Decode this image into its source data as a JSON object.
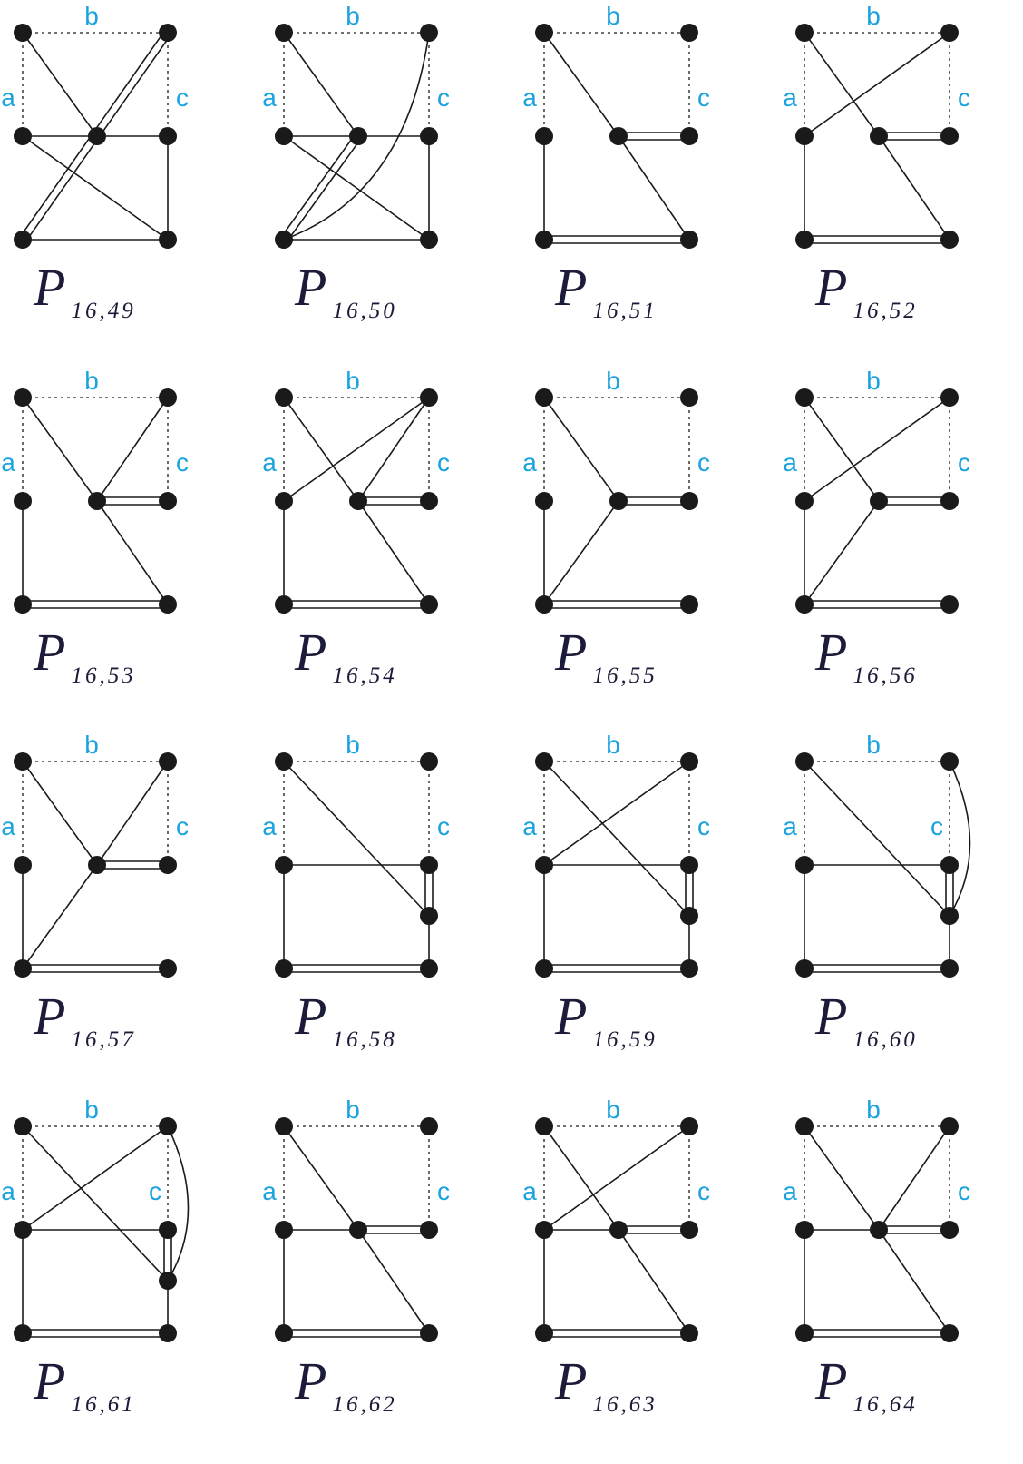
{
  "colors": {
    "label": "#1aa3de",
    "ink": "#1a1a1a",
    "caption": "#1c1c3a"
  },
  "edge_labels": {
    "a": "a",
    "b": "b",
    "c": "c"
  },
  "panels": [
    {
      "name": "P",
      "sub": "16,49",
      "edges": [
        [
          "TL",
          "MM",
          "s"
        ],
        [
          "TR",
          "BL",
          "d"
        ],
        [
          "ML",
          "MM",
          "s"
        ],
        [
          "MM",
          "MR",
          "s"
        ],
        [
          "ML",
          "BR",
          "s"
        ],
        [
          "BL",
          "BR",
          "s"
        ],
        [
          "MR",
          "BR",
          "s"
        ]
      ]
    },
    {
      "name": "P",
      "sub": "16,50",
      "edges": [
        [
          "TL",
          "MM",
          "s"
        ],
        [
          "ML",
          "MM",
          "s"
        ],
        [
          "MM",
          "MR",
          "s"
        ],
        [
          "MM",
          "BL",
          "d"
        ],
        [
          "ML",
          "BR",
          "s"
        ],
        [
          "BL",
          "BR",
          "s"
        ],
        [
          "MR",
          "BR",
          "s"
        ],
        [
          "TR",
          "BL",
          "curve"
        ]
      ]
    },
    {
      "name": "P",
      "sub": "16,51",
      "edges": [
        [
          "TL",
          "MM",
          "s"
        ],
        [
          "MM",
          "MR",
          "d"
        ],
        [
          "MM",
          "BR",
          "s"
        ],
        [
          "ML",
          "BL",
          "s"
        ],
        [
          "BL",
          "BR",
          "d"
        ]
      ]
    },
    {
      "name": "P",
      "sub": "16,52",
      "edges": [
        [
          "TL",
          "MM",
          "s"
        ],
        [
          "TR",
          "ML",
          "s"
        ],
        [
          "MM",
          "MR",
          "d"
        ],
        [
          "MM",
          "BR",
          "s"
        ],
        [
          "ML",
          "BL",
          "s"
        ],
        [
          "BL",
          "BR",
          "d"
        ]
      ]
    },
    {
      "name": "P",
      "sub": "16,53",
      "edges": [
        [
          "TL",
          "MM",
          "s"
        ],
        [
          "TR",
          "MM",
          "s"
        ],
        [
          "MM",
          "MR",
          "d"
        ],
        [
          "MM",
          "BR",
          "s"
        ],
        [
          "ML",
          "BL",
          "s"
        ],
        [
          "BL",
          "BR",
          "d"
        ]
      ]
    },
    {
      "name": "P",
      "sub": "16,54",
      "edges": [
        [
          "TL",
          "MM",
          "s"
        ],
        [
          "TR",
          "ML",
          "s"
        ],
        [
          "TR",
          "MM",
          "s"
        ],
        [
          "MM",
          "MR",
          "d"
        ],
        [
          "MM",
          "BR",
          "s"
        ],
        [
          "ML",
          "BL",
          "s"
        ],
        [
          "BL",
          "BR",
          "d"
        ]
      ]
    },
    {
      "name": "P",
      "sub": "16,55",
      "edges": [
        [
          "TL",
          "MM",
          "s"
        ],
        [
          "MM",
          "MR",
          "d"
        ],
        [
          "MM",
          "BL",
          "s"
        ],
        [
          "ML",
          "BL",
          "s"
        ],
        [
          "BL",
          "BR",
          "d"
        ]
      ]
    },
    {
      "name": "P",
      "sub": "16,56",
      "edges": [
        [
          "TL",
          "MM",
          "s"
        ],
        [
          "TR",
          "ML",
          "s"
        ],
        [
          "MM",
          "MR",
          "d"
        ],
        [
          "MM",
          "BL",
          "s"
        ],
        [
          "ML",
          "BL",
          "s"
        ],
        [
          "BL",
          "BR",
          "d"
        ]
      ]
    },
    {
      "name": "P",
      "sub": "16,57",
      "edges": [
        [
          "TL",
          "MM",
          "s"
        ],
        [
          "TR",
          "MM",
          "s"
        ],
        [
          "MM",
          "MR",
          "d"
        ],
        [
          "MM",
          "BL",
          "s"
        ],
        [
          "ML",
          "BL",
          "s"
        ],
        [
          "BL",
          "BR",
          "d"
        ]
      ]
    },
    {
      "name": "P",
      "sub": "16,58",
      "edges": [
        [
          "TL",
          "X",
          "s"
        ],
        [
          "ML",
          "MR",
          "s"
        ],
        [
          "MR",
          "X",
          "d"
        ],
        [
          "ML",
          "BL",
          "s"
        ],
        [
          "X",
          "BR",
          "s"
        ],
        [
          "BL",
          "BR",
          "d"
        ]
      ]
    },
    {
      "name": "P",
      "sub": "16,59",
      "edges": [
        [
          "TL",
          "X",
          "s"
        ],
        [
          "TR",
          "ML",
          "s"
        ],
        [
          "ML",
          "MR",
          "s"
        ],
        [
          "MR",
          "X",
          "d"
        ],
        [
          "ML",
          "BL",
          "s"
        ],
        [
          "X",
          "BR",
          "s"
        ],
        [
          "BL",
          "BR",
          "d"
        ]
      ]
    },
    {
      "name": "P",
      "sub": "16,60",
      "edges": [
        [
          "TL",
          "X",
          "s"
        ],
        [
          "ML",
          "MR",
          "s"
        ],
        [
          "MR",
          "X",
          "d"
        ],
        [
          "ML",
          "BL",
          "s"
        ],
        [
          "X",
          "BR",
          "s"
        ],
        [
          "BL",
          "BR",
          "d"
        ],
        [
          "TR",
          "X",
          "arc"
        ]
      ]
    },
    {
      "name": "P",
      "sub": "16,61",
      "edges": [
        [
          "TL",
          "X",
          "s"
        ],
        [
          "TR",
          "ML",
          "s"
        ],
        [
          "ML",
          "MR",
          "s"
        ],
        [
          "MR",
          "X",
          "d"
        ],
        [
          "ML",
          "BL",
          "s"
        ],
        [
          "X",
          "BR",
          "s"
        ],
        [
          "BL",
          "BR",
          "d"
        ],
        [
          "TR",
          "X",
          "arc"
        ]
      ]
    },
    {
      "name": "P",
      "sub": "16,62",
      "edges": [
        [
          "TL",
          "MM",
          "s"
        ],
        [
          "ML",
          "MM",
          "s"
        ],
        [
          "MM",
          "MR",
          "d"
        ],
        [
          "MM",
          "BR",
          "s"
        ],
        [
          "ML",
          "BL",
          "s"
        ],
        [
          "BL",
          "BR",
          "d"
        ]
      ]
    },
    {
      "name": "P",
      "sub": "16,63",
      "edges": [
        [
          "TL",
          "MM",
          "s"
        ],
        [
          "TR",
          "ML",
          "s"
        ],
        [
          "ML",
          "MM",
          "s"
        ],
        [
          "MM",
          "MR",
          "d"
        ],
        [
          "MM",
          "BR",
          "s"
        ],
        [
          "ML",
          "BL",
          "s"
        ],
        [
          "BL",
          "BR",
          "d"
        ]
      ]
    },
    {
      "name": "P",
      "sub": "16,64",
      "edges": [
        [
          "TL",
          "MM",
          "s"
        ],
        [
          "TR",
          "MM",
          "s"
        ],
        [
          "ML",
          "MM",
          "s"
        ],
        [
          "MM",
          "MR",
          "d"
        ],
        [
          "MM",
          "BR",
          "s"
        ],
        [
          "ML",
          "BL",
          "s"
        ],
        [
          "BL",
          "BR",
          "d"
        ]
      ]
    }
  ]
}
